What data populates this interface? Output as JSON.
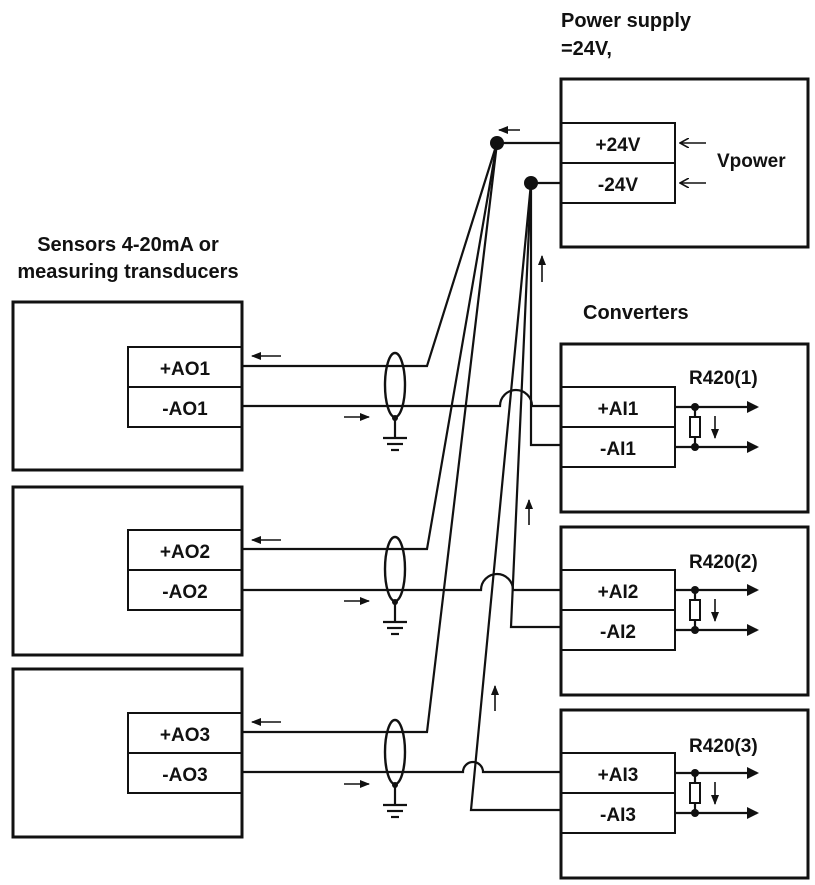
{
  "power_supply": {
    "title_line1": "Power supply",
    "title_line2": "=24V,",
    "terminals": [
      "+24V",
      "-24V"
    ],
    "side_label": "Vpower"
  },
  "sensors": {
    "title_line1": "Sensors 4-20mA or",
    "title_line2": "measuring transducers",
    "units": [
      {
        "plus": "+AO1",
        "minus": "-AO1"
      },
      {
        "plus": "+AO2",
        "minus": "-AO2"
      },
      {
        "plus": "+AO3",
        "minus": "-AO3"
      }
    ]
  },
  "converters": {
    "title": "Converters",
    "units": [
      {
        "name": "R420(1)",
        "plus": "+AI1",
        "minus": "-AI1"
      },
      {
        "name": "R420(2)",
        "plus": "+AI2",
        "minus": "-AI2"
      },
      {
        "name": "R420(3)",
        "plus": "+AI3",
        "minus": "-AI3"
      }
    ]
  }
}
